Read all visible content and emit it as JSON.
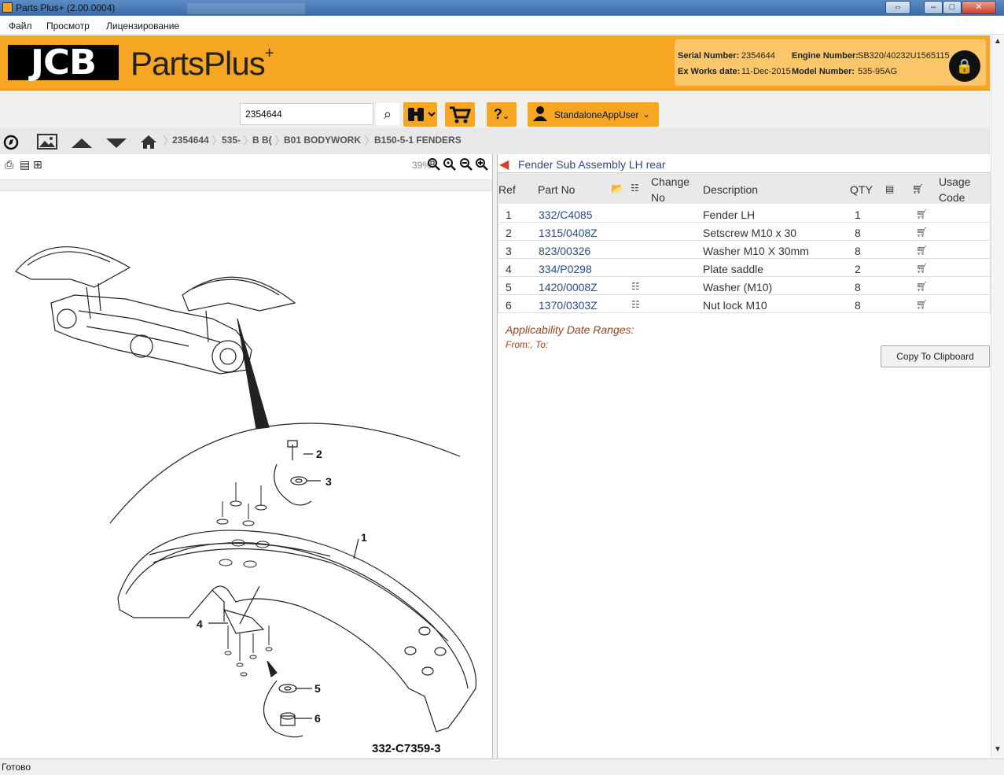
{
  "window": {
    "title": "Parts Plus+ (2.00.0004)"
  },
  "menu": [
    "Файл",
    "Просмотр",
    "Лицензирование"
  ],
  "header": {
    "logo_text": "JCB",
    "product_name": "PartsPlus",
    "product_suffix": "+",
    "serial_label": "Serial Number:",
    "serial_value": "2354644",
    "engine_label": "Engine Number:",
    "engine_value": "SB320/40232U1565115",
    "exworks_label": "Ex Works date:",
    "exworks_value": "11-Dec-2015",
    "model_label": "Model Number:",
    "model_value": "535-95AG"
  },
  "search": {
    "value": "2354644"
  },
  "user": {
    "name": "StandaloneAppUser"
  },
  "breadcrumb": [
    "2354644",
    "535-",
    "B B(",
    "B01 BODYWORK",
    "B150-5-1 FENDERS"
  ],
  "viewer": {
    "zoom": "39%"
  },
  "diagram": {
    "code": "332-C7359-3",
    "callouts": [
      "1",
      "2",
      "3",
      "4",
      "5",
      "6"
    ]
  },
  "parts_panel": {
    "title": "Fender Sub Assembly LH rear",
    "headers": {
      "ref": "Ref",
      "part_no": "Part No",
      "change_1": "Change",
      "change_2": "No",
      "description": "Description",
      "qty": "QTY",
      "usage_1": "Usage",
      "usage_2": "Code"
    },
    "rows": [
      {
        "ref": "1",
        "part_no": "332/C4085",
        "has_change": false,
        "description": "Fender LH",
        "qty": "1"
      },
      {
        "ref": "2",
        "part_no": "1315/0408Z",
        "has_change": false,
        "description": "Setscrew M10 x 30",
        "qty": "8"
      },
      {
        "ref": "3",
        "part_no": "823/00326",
        "has_change": false,
        "description": "Washer M10 X 30mm",
        "qty": "8"
      },
      {
        "ref": "4",
        "part_no": "334/P0298",
        "has_change": false,
        "description": "Plate saddle",
        "qty": "2"
      },
      {
        "ref": "5",
        "part_no": "1420/0008Z",
        "has_change": true,
        "description": "Washer (M10)",
        "qty": "8"
      },
      {
        "ref": "6",
        "part_no": "1370/0303Z",
        "has_change": true,
        "description": "Nut lock M10",
        "qty": "8"
      }
    ],
    "applicability_title": "Applicability Date Ranges:",
    "applicability_range": "From:, To:",
    "copy_button": "Copy To Clipboard"
  },
  "status": {
    "text": "Готово"
  }
}
